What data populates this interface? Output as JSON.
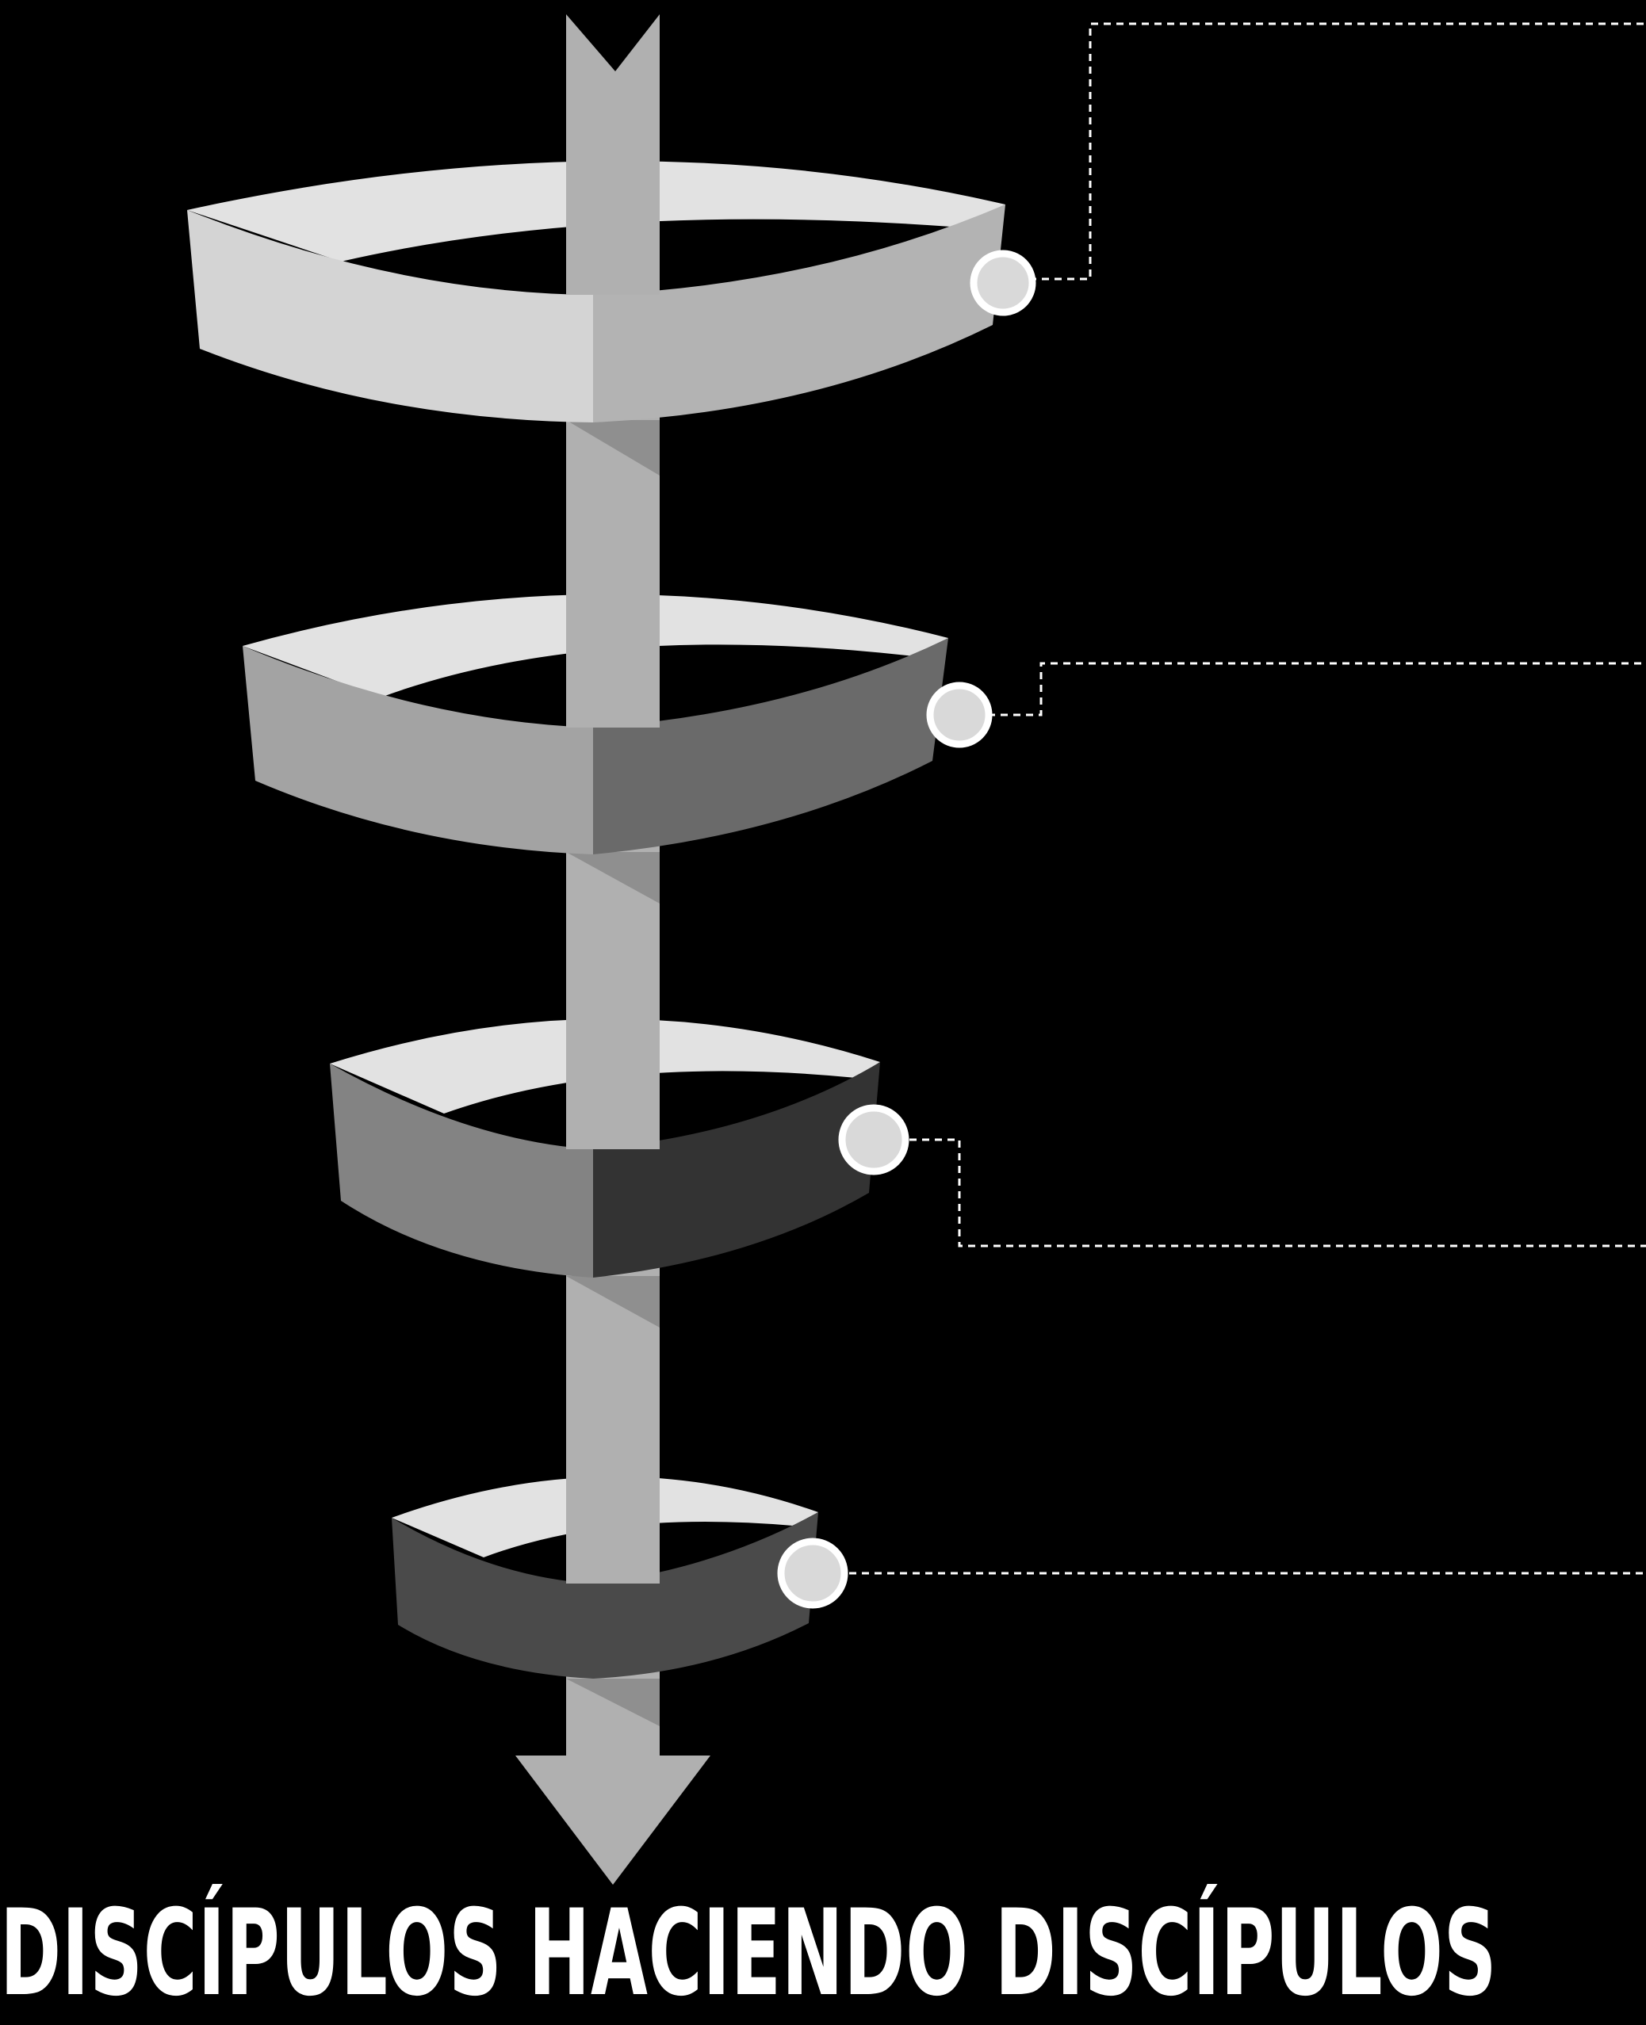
{
  "title": "DISCÍPULOS HACIENDO DISCÍPULOS",
  "diagram": {
    "type": "funnel-arrow",
    "direction": "down",
    "levels": 4,
    "colors": {
      "background": "#000000",
      "arrow": "#b0b0b0",
      "arrow_shadow": "#8f8f8f",
      "ring_top_surface": "#e2e2e2",
      "connector_line": "#ffffff",
      "marker_fill": "#d9d9d9",
      "marker_stroke": "#ffffff",
      "title": "#ffffff"
    },
    "rings": [
      {
        "name": "ring-level-1",
        "front_left": "#d4d4d4",
        "front_right": "#b3b3b3"
      },
      {
        "name": "ring-level-2",
        "front_left": "#a3a3a3",
        "front_right": "#6a6a6a"
      },
      {
        "name": "ring-level-3",
        "front_left": "#838383",
        "front_right": "#333333"
      },
      {
        "name": "ring-level-4",
        "front_left": "#4a4a4a",
        "front_right": "#4a4a4a"
      }
    ]
  }
}
